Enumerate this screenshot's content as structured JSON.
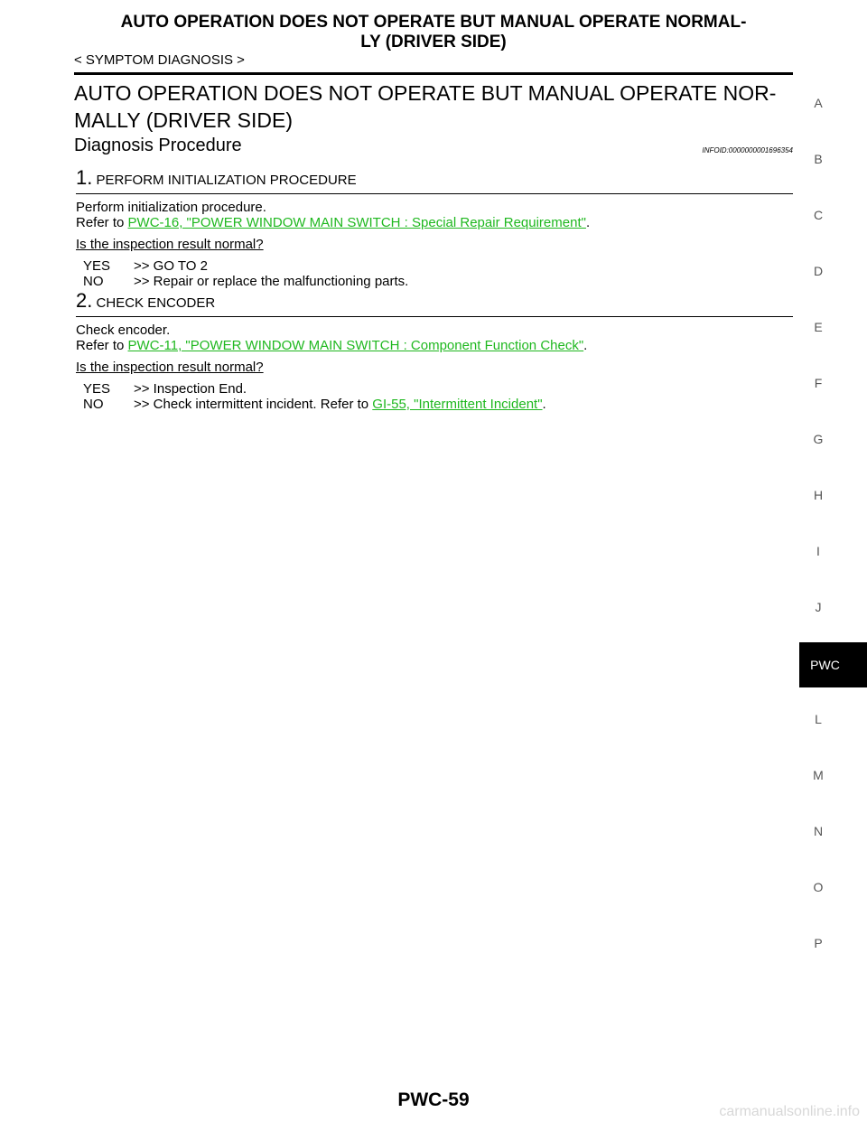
{
  "header": {
    "line1": "AUTO OPERATION DOES NOT OPERATE BUT MANUAL OPERATE NORMAL-",
    "line2": "LY (DRIVER SIDE)",
    "breadcrumb": "< SYMPTOM DIAGNOSIS >"
  },
  "title": {
    "line1": "AUTO OPERATION DOES NOT OPERATE BUT MANUAL OPERATE NOR-",
    "line2": "MALLY (DRIVER SIDE)"
  },
  "section": {
    "title": "Diagnosis Procedure",
    "infoid": "INFOID:0000000001696354"
  },
  "steps": [
    {
      "number": "1.",
      "heading": "PERFORM INITIALIZATION PROCEDURE",
      "line1": "Perform initialization procedure.",
      "refer_prefix": "Refer to ",
      "link": "PWC-16, \"POWER WINDOW MAIN SWITCH : Special Repair Requirement\"",
      "refer_suffix": ".",
      "question": "Is the inspection result normal?",
      "yes_key": "YES",
      "yes_text": ">> GO TO 2",
      "no_key": "NO",
      "no_text": ">> Repair or replace the malfunctioning parts."
    },
    {
      "number": "2.",
      "heading": "CHECK ENCODER",
      "line1": "Check encoder.",
      "refer_prefix": "Refer to ",
      "link": "PWC-11, \"POWER WINDOW MAIN SWITCH : Component Function Check\"",
      "refer_suffix": ".",
      "question": "Is the inspection result normal?",
      "yes_key": "YES",
      "yes_text": ">> Inspection End.",
      "no_key": "NO",
      "no_text_prefix": ">> Check intermittent incident. Refer to ",
      "no_link": "GI-55, \"Intermittent Incident\"",
      "no_text_suffix": "."
    }
  ],
  "side_index": [
    "A",
    "B",
    "C",
    "D",
    "E",
    "F",
    "G",
    "H",
    "I",
    "J",
    "PWC",
    "L",
    "M",
    "N",
    "O",
    "P"
  ],
  "page_number": "PWC-59",
  "watermark": "carmanualsonline.info",
  "colors": {
    "link": "#1fb81f",
    "tab_bg": "#000000"
  }
}
